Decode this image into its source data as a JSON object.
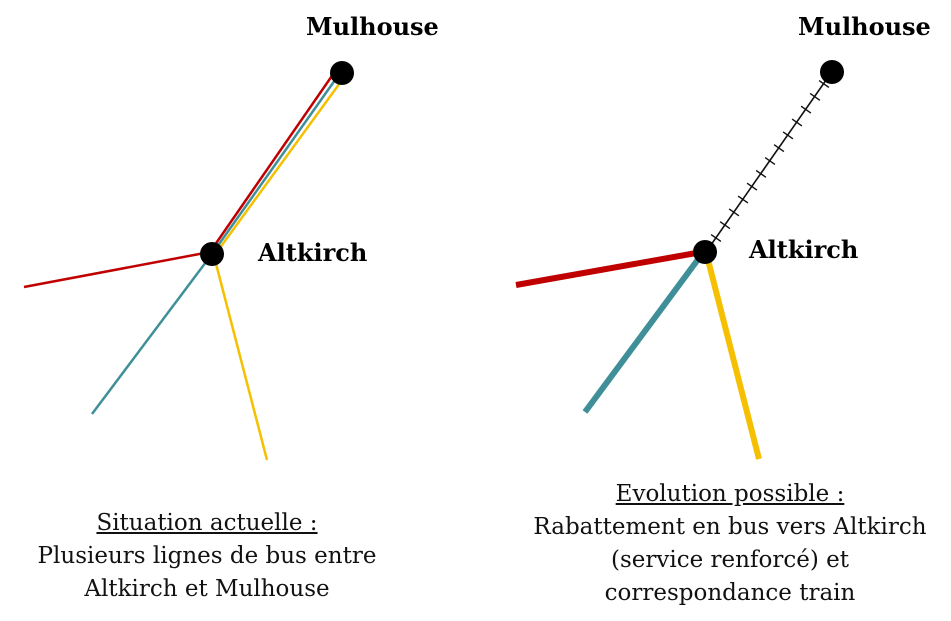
{
  "colors": {
    "red": "#c00000",
    "teal": "#3f8f98",
    "yellow": "#f5c000",
    "rail": "#111111",
    "node": "#000000"
  },
  "left_panel": {
    "labels": {
      "mulhouse": "Mulhouse",
      "altkirch": "Altkirch"
    },
    "caption": {
      "title": "Situation actuelle :",
      "lines": [
        "Plusieurs lignes de bus entre",
        "Altkirch et Mulhouse"
      ]
    }
  },
  "right_panel": {
    "labels": {
      "mulhouse": "Mulhouse",
      "altkirch": "Altkirch"
    },
    "caption": {
      "title": "Evolution possible :",
      "lines": [
        "Rabattement en bus vers Altkirch",
        "(service renforcé) et",
        "correspondance train"
      ]
    }
  }
}
